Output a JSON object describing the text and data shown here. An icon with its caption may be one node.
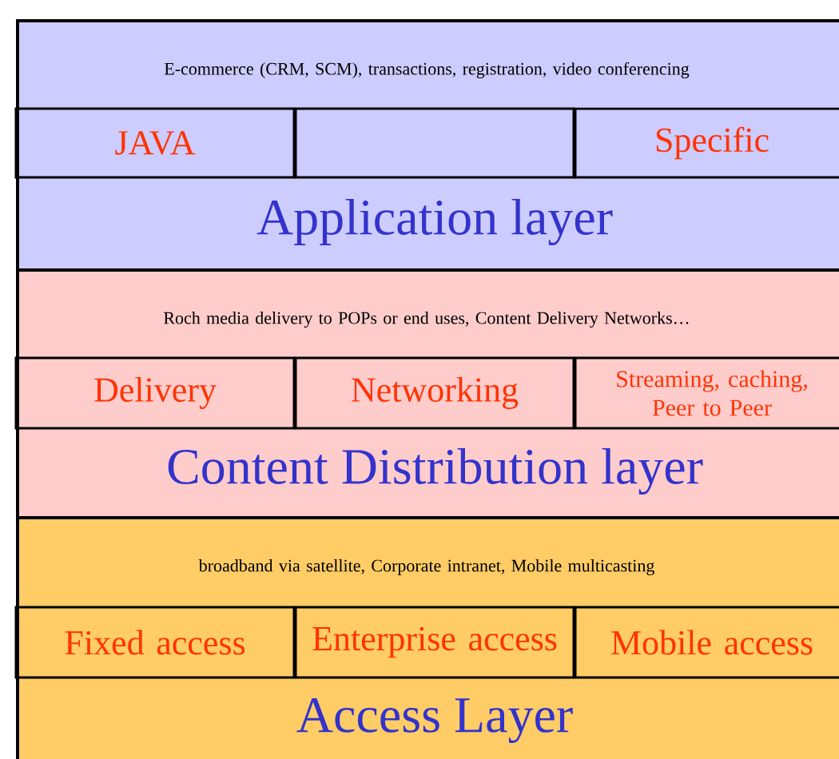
{
  "diagram": {
    "nodes": [
      {
        "text": [
          "E-commerce (CRM, SCM), transactions, registration, video conferencing",
          "Application layer"
        ]
      },
      {
        "text": [
          "JAVA"
        ],
        "in": 0
      },
      {
        "text": [],
        "shape": "box",
        "in": 0
      },
      {
        "text": [
          "Specific"
        ],
        "in": 0
      },
      {
        "text": [
          "Roch media delivery to POPs or end uses, Content Delivery Networks…",
          "Content Distribution layer"
        ]
      },
      {
        "text": [
          "Delivery"
        ],
        "in": 4
      },
      {
        "text": [
          "Networking"
        ],
        "in": 4
      },
      {
        "text": [
          "Streaming, caching, Peer to Peer"
        ],
        "in": 4
      },
      {
        "text": [
          "broadband via satellite, Corporate intranet, Mobile multicasting",
          "Access Layer"
        ]
      },
      {
        "text": [
          "Fixed access"
        ],
        "in": 8
      },
      {
        "text": [
          "Enterprise access"
        ],
        "in": 8
      },
      {
        "text": [
          "Mobile access"
        ],
        "in": 8
      }
    ]
  }
}
